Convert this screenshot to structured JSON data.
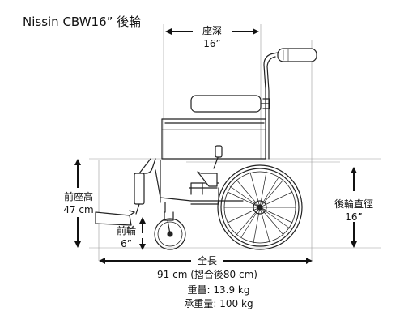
{
  "title": "Nissin CBW16”  後輪",
  "dimensions": {
    "seat_depth": {
      "label": "座深",
      "value": "16”"
    },
    "seat_height": {
      "label": "前座高",
      "value": "47 cm"
    },
    "front_wheel": {
      "label": "前輪",
      "value": "6”"
    },
    "rear_wheel": {
      "label": "後輪直徑",
      "value": "16”"
    },
    "overall_length": {
      "label": "全長",
      "value": "91 cm (摺合後80 cm)"
    }
  },
  "specs": {
    "weight": "重量: 13.9 kg",
    "capacity": "承重量: 100 kg"
  }
}
